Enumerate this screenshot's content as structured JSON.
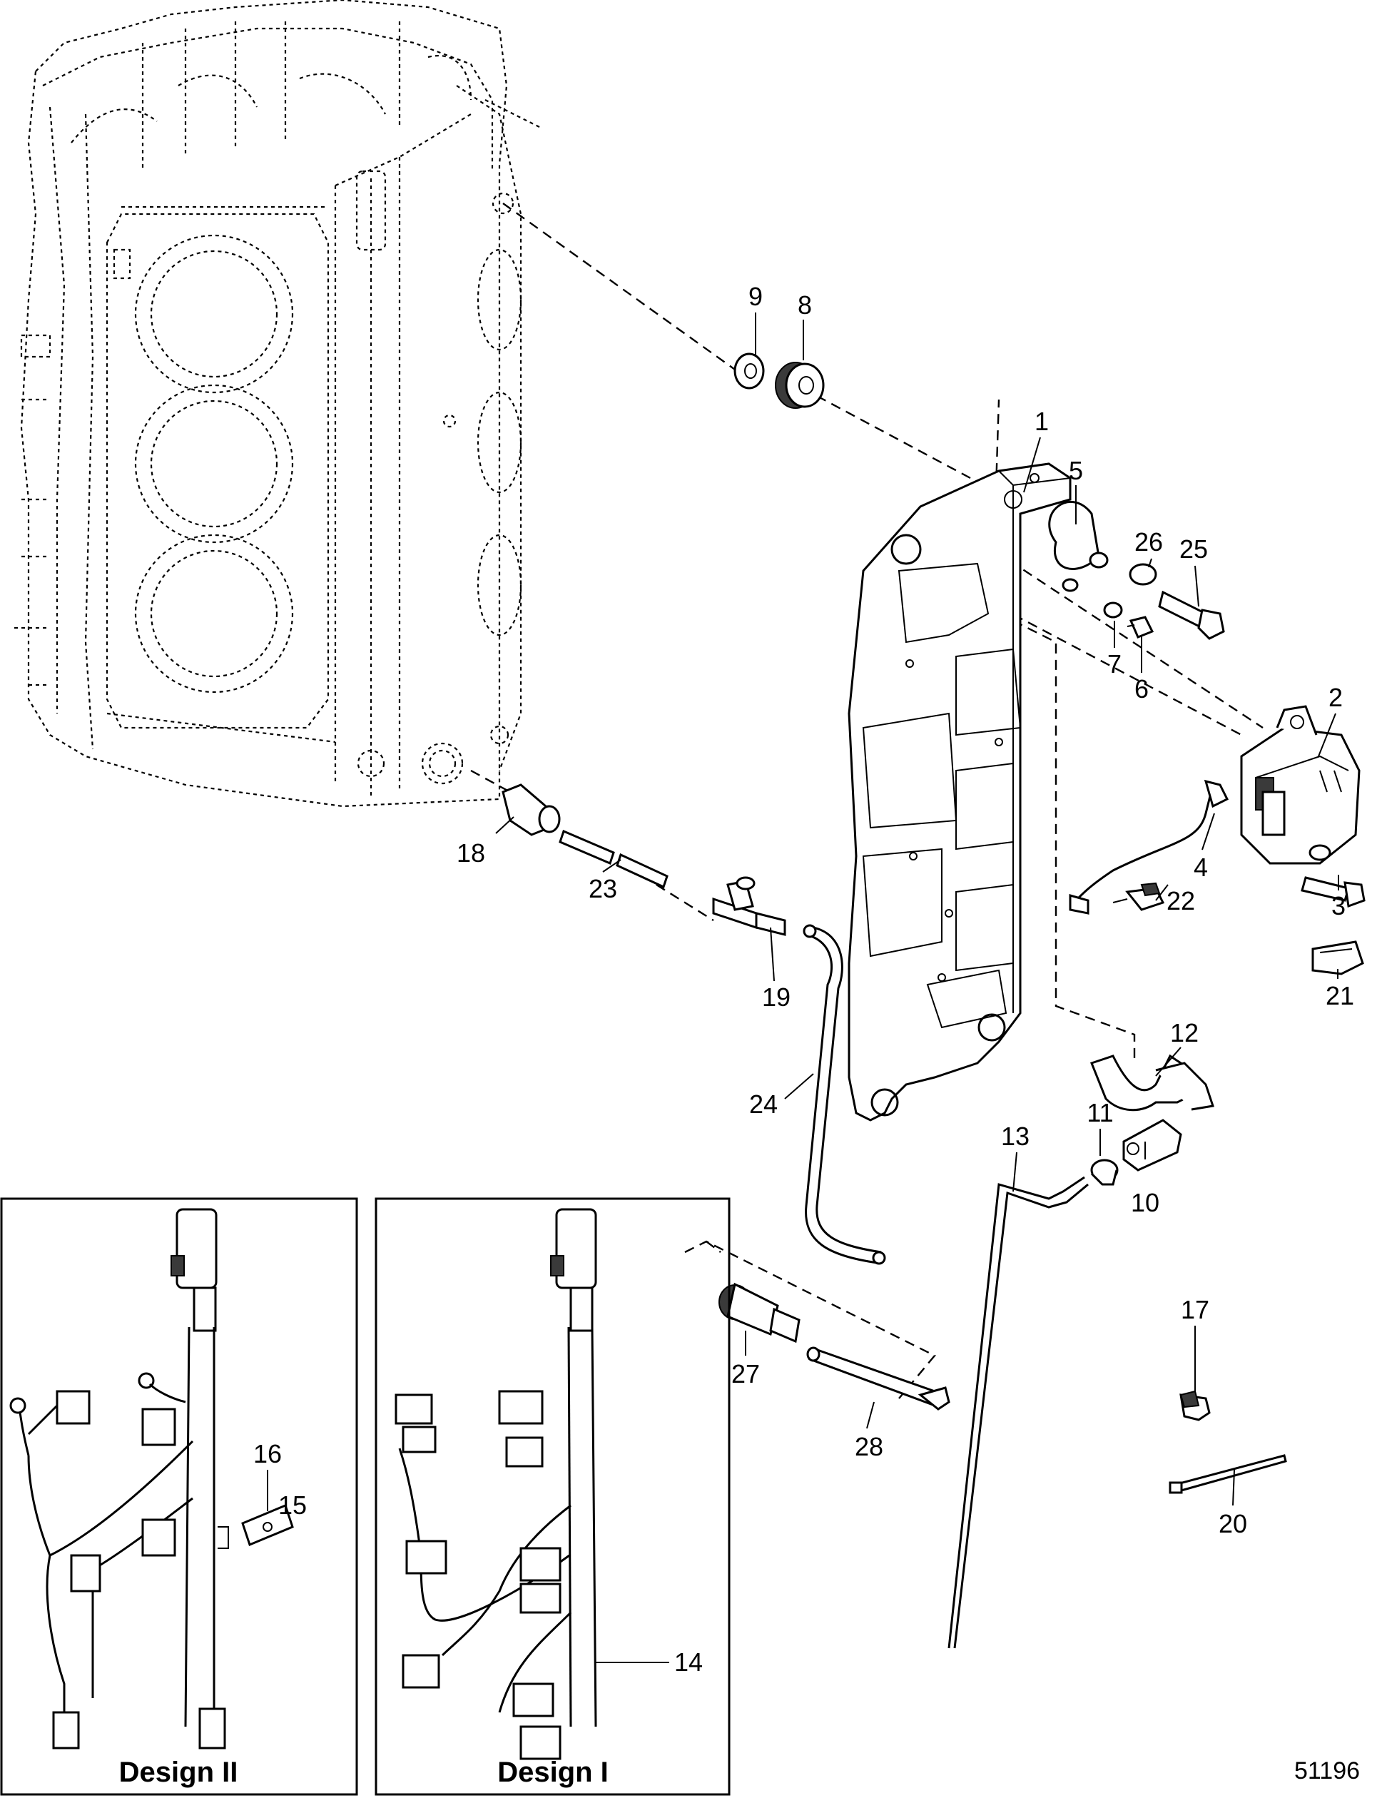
{
  "diagram": {
    "figure_number": "51196",
    "insets": {
      "design_ii": "Design II",
      "design_i": "Design I"
    },
    "callouts": {
      "c1": "1",
      "c2": "2",
      "c3": "3",
      "c4": "4",
      "c5": "5",
      "c6": "6",
      "c7": "7",
      "c8": "8",
      "c9": "9",
      "c10": "10",
      "c11": "11",
      "c12": "12",
      "c13": "13",
      "c14": "14",
      "c15": "15",
      "c16": "16",
      "c17": "17",
      "c18": "18",
      "c19": "19",
      "c20": "20",
      "c21": "21",
      "c22": "22",
      "c23": "23",
      "c24": "24",
      "c25": "25",
      "c26": "26",
      "c27": "27",
      "c28": "28"
    }
  }
}
